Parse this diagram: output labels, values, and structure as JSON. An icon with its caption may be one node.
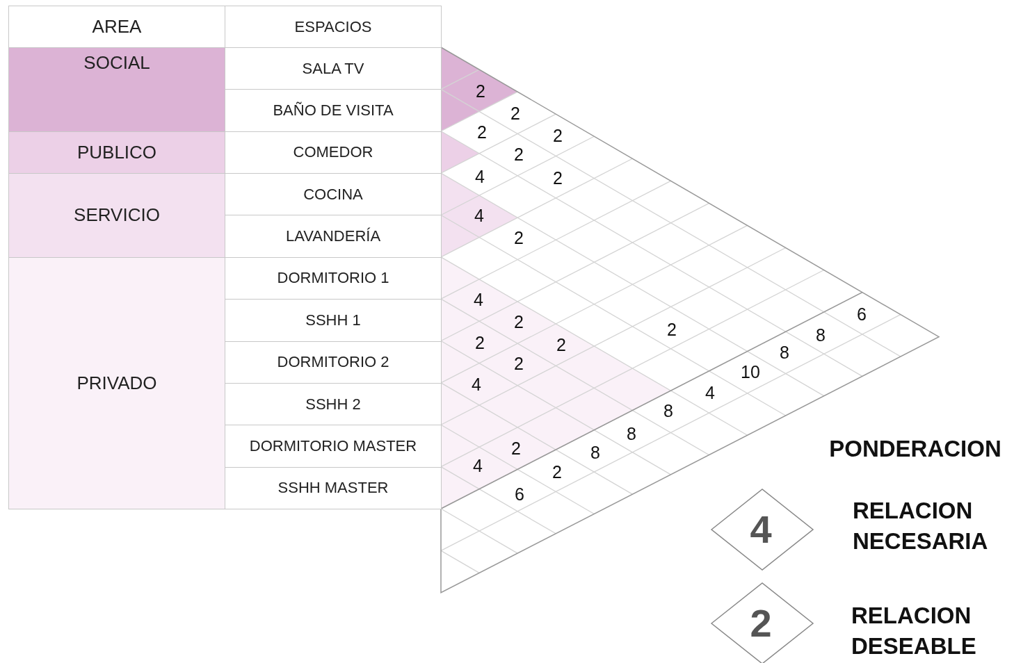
{
  "diagram": {
    "labels": [
      "AREA",
      "ESPACIOS",
      "SOCIAL",
      "SALA TV",
      "BAÑO DE VISITA",
      "PUBLICO",
      "COMEDOR",
      "SERVICIO",
      "COCINA",
      "LAVANDERÍA",
      "PRIVADO",
      "DORMITORIO 1",
      "SSHH 1",
      "DORMITORIO 2",
      "SSHH 2",
      "DORMITORIO MASTER",
      "SSHH MASTER",
      "2",
      "2",
      "2",
      "2",
      "2",
      "4",
      "2",
      "4",
      "2",
      "4",
      "6",
      "2",
      "2",
      "8",
      "2",
      "2",
      "8",
      "2",
      "10",
      "4",
      "4",
      "8",
      "8",
      "2",
      "8",
      "4",
      "2",
      "6",
      "PONDERACION",
      "4",
      "2"
    ],
    "legend": [
      {
        "text": "RELACION NECESARIA"
      },
      {
        "text": "RELACION DESEABLE"
      }
    ]
  }
}
